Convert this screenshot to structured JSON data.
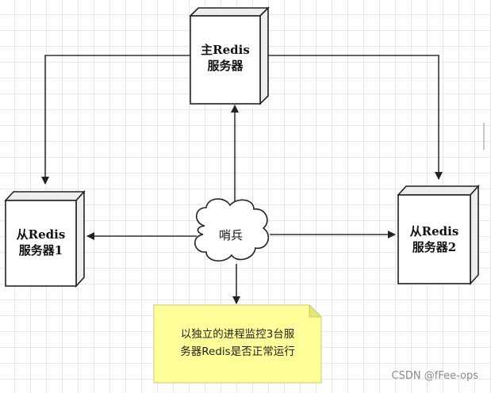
{
  "diagram": {
    "master": {
      "line1": "主Redis",
      "line2": "服务器"
    },
    "slave1": {
      "line1": "从Redis",
      "line2": "服务器1"
    },
    "slave2": {
      "line1": "从Redis",
      "line2": "服务器2"
    },
    "sentinel": {
      "label": "哨兵"
    },
    "note": {
      "line1": "以独立的进程监控3台服",
      "line2": "务器Redis是否正常运行"
    }
  },
  "watermark": "CSDN @fFee-ops",
  "colors": {
    "grid": "#e6e6e6",
    "box_fill": "#ffffff",
    "box_side": "#eeeeee",
    "stroke": "#222222",
    "note_fill": "#ffff99"
  }
}
